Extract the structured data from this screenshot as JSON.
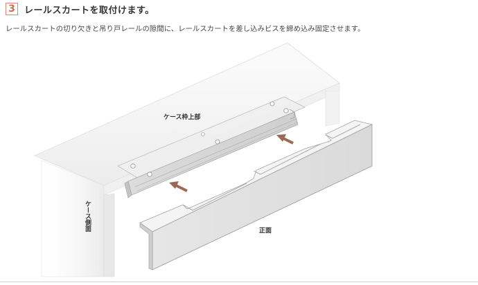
{
  "step": {
    "number": "3",
    "title": "レールスカートを取付けます。",
    "description": "レールスカートの切り欠きと吊り戸レールの隙間に、レールスカートを差し込みビスを締め込み固定させます。"
  },
  "diagram": {
    "label_cabinet_top": "ケース枠上部",
    "label_cabinet_side": "ケース側面",
    "label_front": "正面"
  },
  "colors": {
    "step_accent": "#c86f50",
    "arrow": "#9a6a55"
  }
}
